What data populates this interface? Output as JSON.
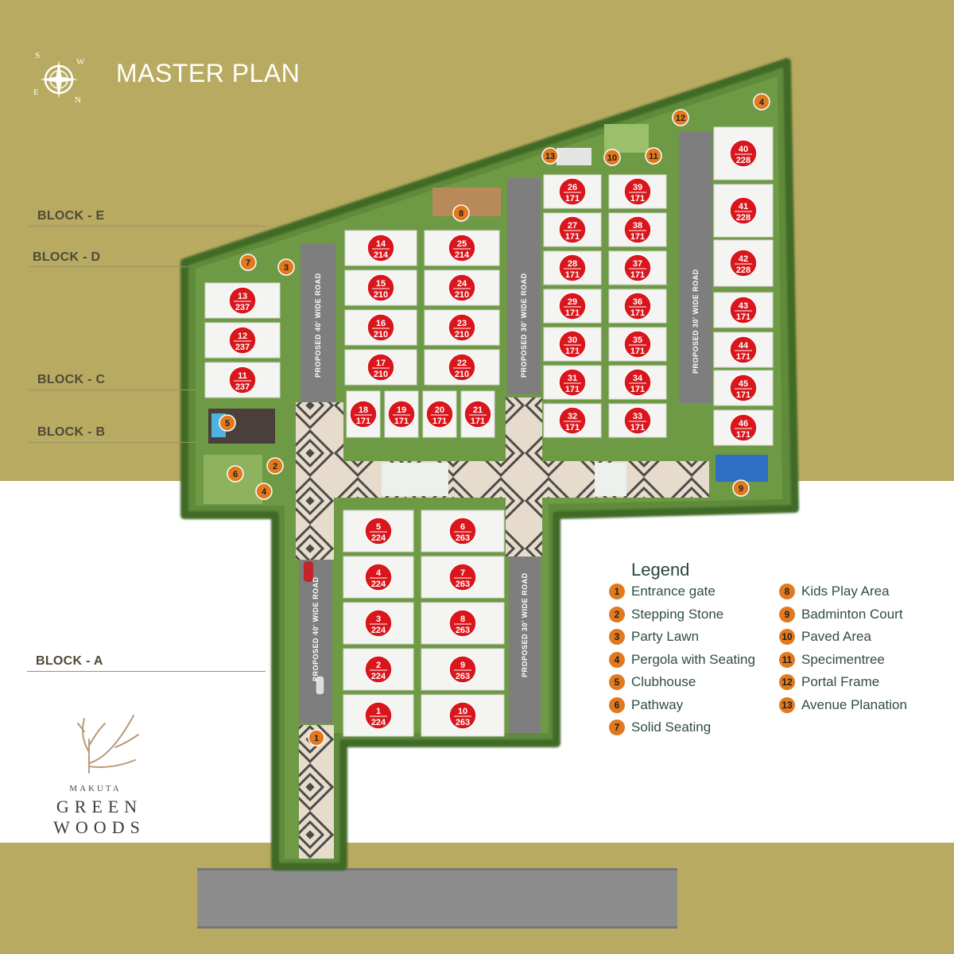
{
  "header": {
    "title": "MASTER PLAN"
  },
  "compass": {
    "letters": [
      "S",
      "W",
      "E",
      "N"
    ]
  },
  "blocks": [
    {
      "label": "BLOCK - E"
    },
    {
      "label": "BLOCK - D"
    },
    {
      "label": "BLOCK - C"
    },
    {
      "label": "BLOCK - B"
    },
    {
      "label": "BLOCK - A"
    }
  ],
  "roads": {
    "road_40_upper": "PROPOSED 40' WIDE ROAD",
    "road_30_mid": "PROPOSED 30' WIDE ROAD",
    "road_30_right": "PROPOSED 30' WIDE ROAD",
    "road_40_lower": "PROPOSED 40' WIDE ROAD",
    "road_30_lower": "PROPOSED 30' WIDE ROAD"
  },
  "plots": [
    {
      "id": "1",
      "area": "224"
    },
    {
      "id": "2",
      "area": "224"
    },
    {
      "id": "3",
      "area": "224"
    },
    {
      "id": "4",
      "area": "224"
    },
    {
      "id": "5",
      "area": "224"
    },
    {
      "id": "6",
      "area": "263"
    },
    {
      "id": "7",
      "area": "263"
    },
    {
      "id": "8",
      "area": "263"
    },
    {
      "id": "9",
      "area": "263"
    },
    {
      "id": "10",
      "area": "263"
    },
    {
      "id": "11",
      "area": "237"
    },
    {
      "id": "12",
      "area": "237"
    },
    {
      "id": "13",
      "area": "237"
    },
    {
      "id": "14",
      "area": "214"
    },
    {
      "id": "15",
      "area": "210"
    },
    {
      "id": "16",
      "area": "210"
    },
    {
      "id": "17",
      "area": "210"
    },
    {
      "id": "18",
      "area": "171"
    },
    {
      "id": "19",
      "area": "171"
    },
    {
      "id": "20",
      "area": "171"
    },
    {
      "id": "21",
      "area": "171"
    },
    {
      "id": "22",
      "area": "210"
    },
    {
      "id": "23",
      "area": "210"
    },
    {
      "id": "24",
      "area": "210"
    },
    {
      "id": "25",
      "area": "214"
    },
    {
      "id": "26",
      "area": "171"
    },
    {
      "id": "27",
      "area": "171"
    },
    {
      "id": "28",
      "area": "171"
    },
    {
      "id": "29",
      "area": "171"
    },
    {
      "id": "30",
      "area": "171"
    },
    {
      "id": "31",
      "area": "171"
    },
    {
      "id": "32",
      "area": "171"
    },
    {
      "id": "33",
      "area": "171"
    },
    {
      "id": "34",
      "area": "171"
    },
    {
      "id": "35",
      "area": "171"
    },
    {
      "id": "36",
      "area": "171"
    },
    {
      "id": "37",
      "area": "171"
    },
    {
      "id": "38",
      "area": "171"
    },
    {
      "id": "39",
      "area": "171"
    },
    {
      "id": "40",
      "area": "228"
    },
    {
      "id": "41",
      "area": "228"
    },
    {
      "id": "42",
      "area": "228"
    },
    {
      "id": "43",
      "area": "171"
    },
    {
      "id": "44",
      "area": "171"
    },
    {
      "id": "45",
      "area": "171"
    },
    {
      "id": "46",
      "area": "171"
    }
  ],
  "amenity_markers": [
    "1",
    "2",
    "3",
    "4",
    "4",
    "5",
    "6",
    "7",
    "8",
    "9",
    "10",
    "11",
    "12",
    "13"
  ],
  "legend": {
    "title": "Legend",
    "items": [
      {
        "num": "1",
        "label": "Entrance gate"
      },
      {
        "num": "2",
        "label": "Stepping Stone"
      },
      {
        "num": "3",
        "label": "Party Lawn"
      },
      {
        "num": "4",
        "label": "Pergola with Seating"
      },
      {
        "num": "5",
        "label": "Clubhouse"
      },
      {
        "num": "6",
        "label": "Pathway"
      },
      {
        "num": "7",
        "label": "Solid Seating"
      },
      {
        "num": "8",
        "label": "Kids Play Area"
      },
      {
        "num": "9",
        "label": "Badminton Court"
      },
      {
        "num": "10",
        "label": "Paved Area"
      },
      {
        "num": "11",
        "label": "Specimentree"
      },
      {
        "num": "12",
        "label": "Portal Frame"
      },
      {
        "num": "13",
        "label": "Avenue Planation"
      }
    ]
  },
  "brand": {
    "small": "MAKUTA",
    "line1": "GREEN",
    "line2": "WOODS"
  },
  "colors": {
    "background_top": "#b8aa60",
    "plot_marker": "#d9161c",
    "amenity_marker": "#e2791f",
    "greenery": "#5e8a3a",
    "road": "#7e7e7e",
    "legend_text": "#2f4e3e"
  }
}
